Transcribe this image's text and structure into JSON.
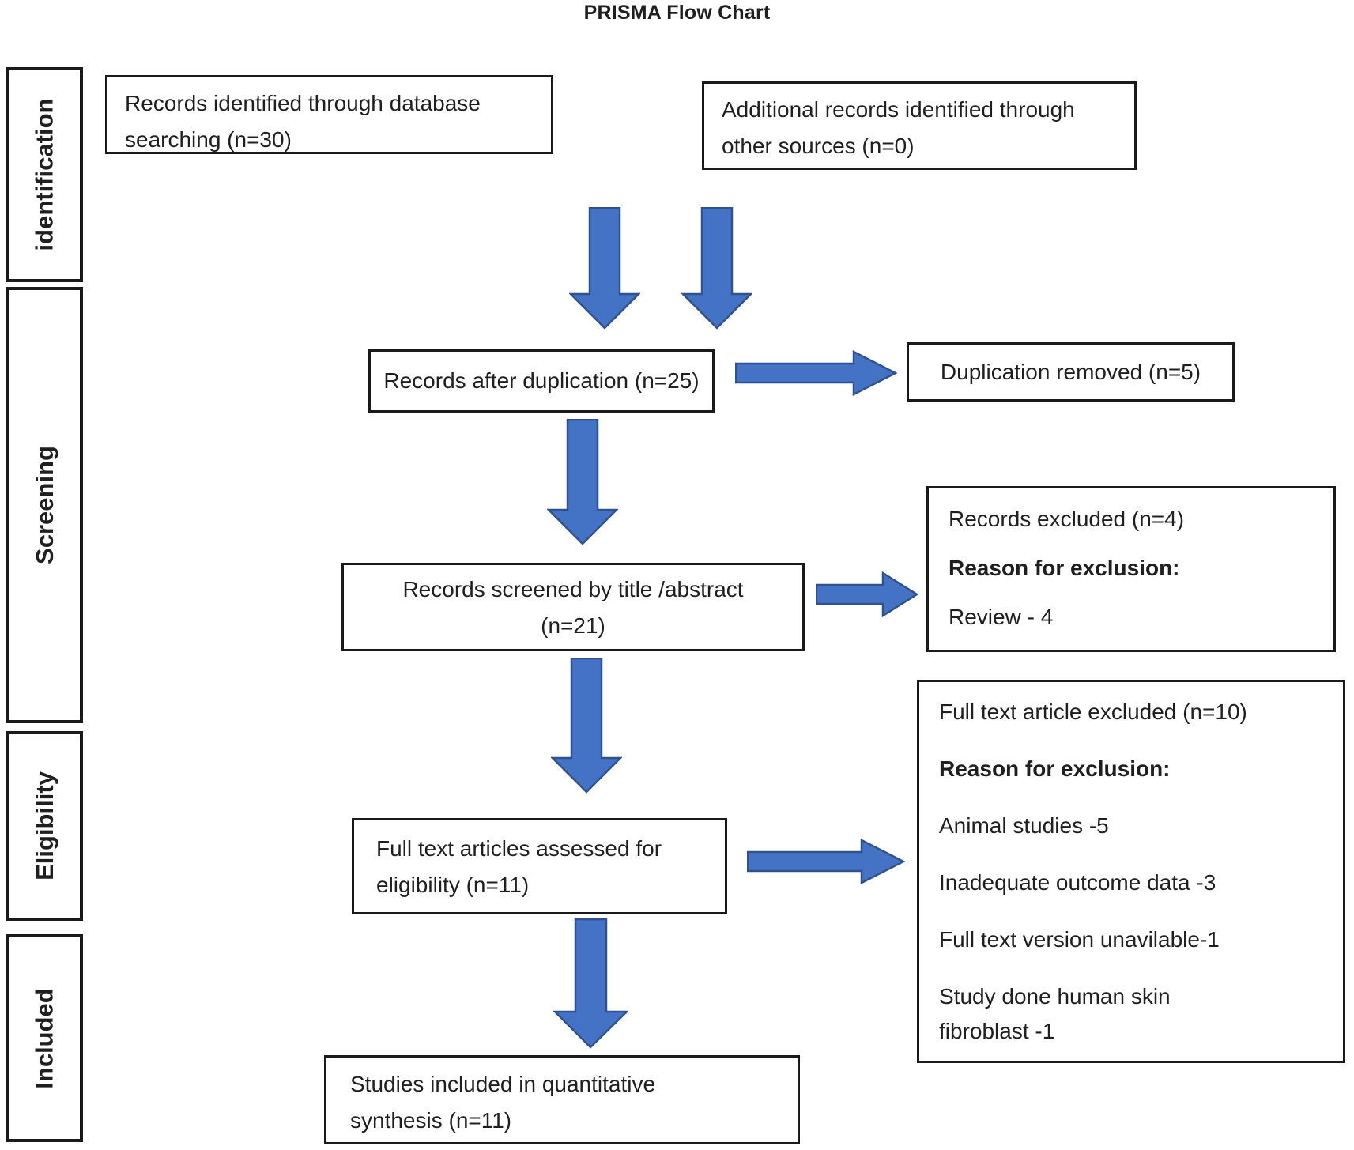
{
  "title": "PRISMA Flow Chart",
  "stages": {
    "identification": "identification",
    "screening": "Screening",
    "eligibility": "Eligibility",
    "included": "Included"
  },
  "boxes": {
    "records_identified": {
      "line1": "Records identified through database",
      "line2": "searching (n=30)"
    },
    "additional_records": {
      "line1": "Additional records identified through",
      "line2": "other sources (n=0)"
    },
    "records_after_duplication": {
      "text": "Records after duplication (n=25)"
    },
    "duplication_removed": {
      "text": "Duplication removed (n=5)"
    },
    "records_screened": {
      "line1": "Records screened by title /abstract",
      "line2": "(n=21)"
    },
    "records_excluded": {
      "title": "Records excluded (n=4)",
      "reason_heading": "Reason for exclusion:",
      "reasons": [
        "Review - 4"
      ]
    },
    "full_text_assessed": {
      "line1": "Full text articles assessed for",
      "line2": "eligibility (n=11)"
    },
    "full_text_excluded": {
      "title": "Full text article excluded (n=10)",
      "reason_heading": "Reason for exclusion:",
      "reasons": [
        "Animal studies -5",
        "Inadequate outcome data -3",
        "Full text version unavilable-1",
        "Study done human skin fibroblast -1"
      ]
    },
    "studies_included": {
      "line1": "Studies included in quantitative",
      "line2": "synthesis (n=11)"
    }
  },
  "counts": {
    "records_identified": 30,
    "additional_records": 0,
    "records_after_duplication": 25,
    "duplication_removed": 5,
    "records_screened": 21,
    "records_excluded": 4,
    "review_excluded": 4,
    "full_text_assessed": 11,
    "full_text_excluded": 10,
    "animal_studies_excluded": 5,
    "inadequate_outcome_data_excluded": 3,
    "full_text_unavailable_excluded": 1,
    "human_skin_fibroblast_excluded": 1,
    "studies_included_quantitative": 11
  },
  "colors": {
    "arrow_fill": "#4472C4",
    "arrow_stroke": "#2F528F",
    "box_border": "#1a1a1a",
    "text_color": "#1f1f1f"
  }
}
